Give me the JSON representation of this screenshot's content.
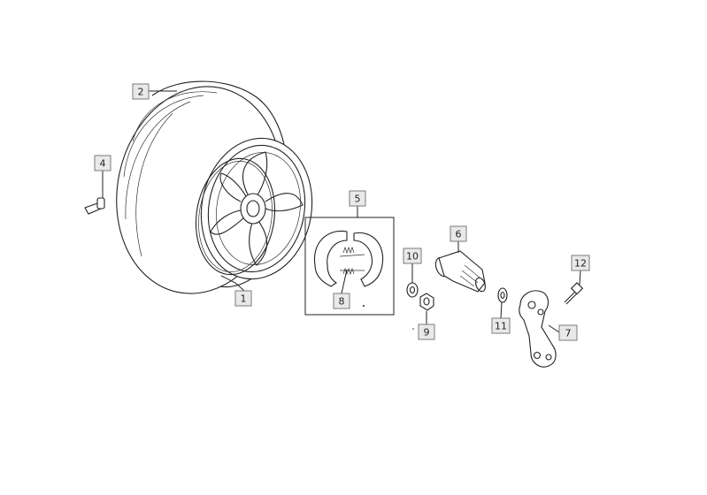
{
  "diagram": {
    "callouts": [
      {
        "id": "callout-1",
        "label": "1"
      },
      {
        "id": "callout-2",
        "label": "2"
      },
      {
        "id": "callout-4",
        "label": "4"
      },
      {
        "id": "callout-5",
        "label": "5"
      },
      {
        "id": "callout-6",
        "label": "6"
      },
      {
        "id": "callout-7",
        "label": "7"
      },
      {
        "id": "callout-8",
        "label": "8"
      },
      {
        "id": "callout-9",
        "label": "9"
      },
      {
        "id": "callout-10",
        "label": "10"
      },
      {
        "id": "callout-11",
        "label": "11"
      },
      {
        "id": "callout-12",
        "label": "12"
      }
    ]
  }
}
